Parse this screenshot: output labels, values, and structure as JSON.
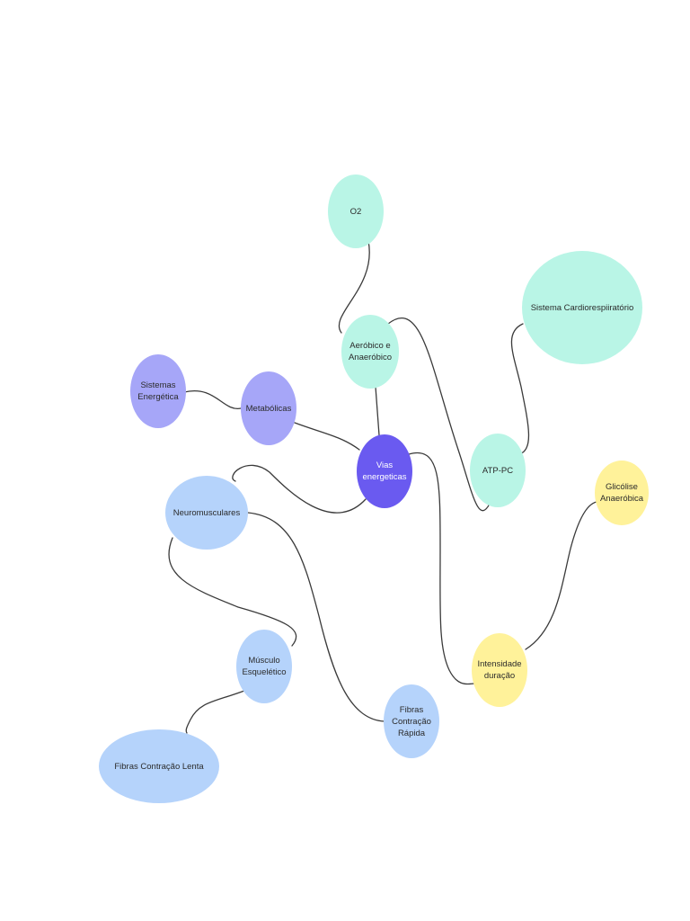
{
  "colors": {
    "teal": "#b9f5e6",
    "purple": "#a6a6f8",
    "center": "#6a5af0",
    "blue": "#b5d3fb",
    "yellow": "#fff29a",
    "link": "#3a3a3a"
  },
  "nodes": [
    {
      "id": "o2",
      "label": "O2",
      "color": "teal"
    },
    {
      "id": "aerobico",
      "label": "Aeróbico e\nAnaeróbico",
      "color": "teal"
    },
    {
      "id": "sistema-cardio",
      "label": "Sistema Cardiorespiiratório",
      "color": "teal"
    },
    {
      "id": "atp-pc",
      "label": "ATP-PC",
      "color": "teal"
    },
    {
      "id": "sistemas-energetica",
      "label": "Sistemas\nEnergética",
      "color": "purple"
    },
    {
      "id": "metabolicas",
      "label": "Metabólicas",
      "color": "purple"
    },
    {
      "id": "vias",
      "label": "Vias\nenergeticas",
      "color": "center"
    },
    {
      "id": "neuromusculares",
      "label": "Neuromusculares",
      "color": "blue"
    },
    {
      "id": "musculo",
      "label": "Músculo\nEsquelético",
      "color": "blue"
    },
    {
      "id": "fibras-lenta",
      "label": "Fibras Contração Lenta",
      "color": "blue"
    },
    {
      "id": "fibras-rapida",
      "label": "Fibras\nContração\nRápida",
      "color": "blue"
    },
    {
      "id": "intensidade",
      "label": "Intensidade\nduração",
      "color": "yellow"
    },
    {
      "id": "glicolise",
      "label": "Glicólise\nAnaeróbica",
      "color": "yellow"
    }
  ],
  "edges": [
    {
      "from": "o2",
      "to": "aerobico"
    },
    {
      "from": "aerobico",
      "to": "vias"
    },
    {
      "from": "aerobico",
      "to": "atp-pc"
    },
    {
      "from": "sistema-cardio",
      "to": "atp-pc"
    },
    {
      "from": "sistemas-energetica",
      "to": "metabolicas"
    },
    {
      "from": "metabolicas",
      "to": "vias"
    },
    {
      "from": "vias",
      "to": "neuromusculares"
    },
    {
      "from": "vias",
      "to": "intensidade"
    },
    {
      "from": "neuromusculares",
      "to": "musculo"
    },
    {
      "from": "neuromusculares",
      "to": "fibras-rapida"
    },
    {
      "from": "musculo",
      "to": "fibras-lenta"
    },
    {
      "from": "intensidade",
      "to": "glicolise"
    }
  ]
}
